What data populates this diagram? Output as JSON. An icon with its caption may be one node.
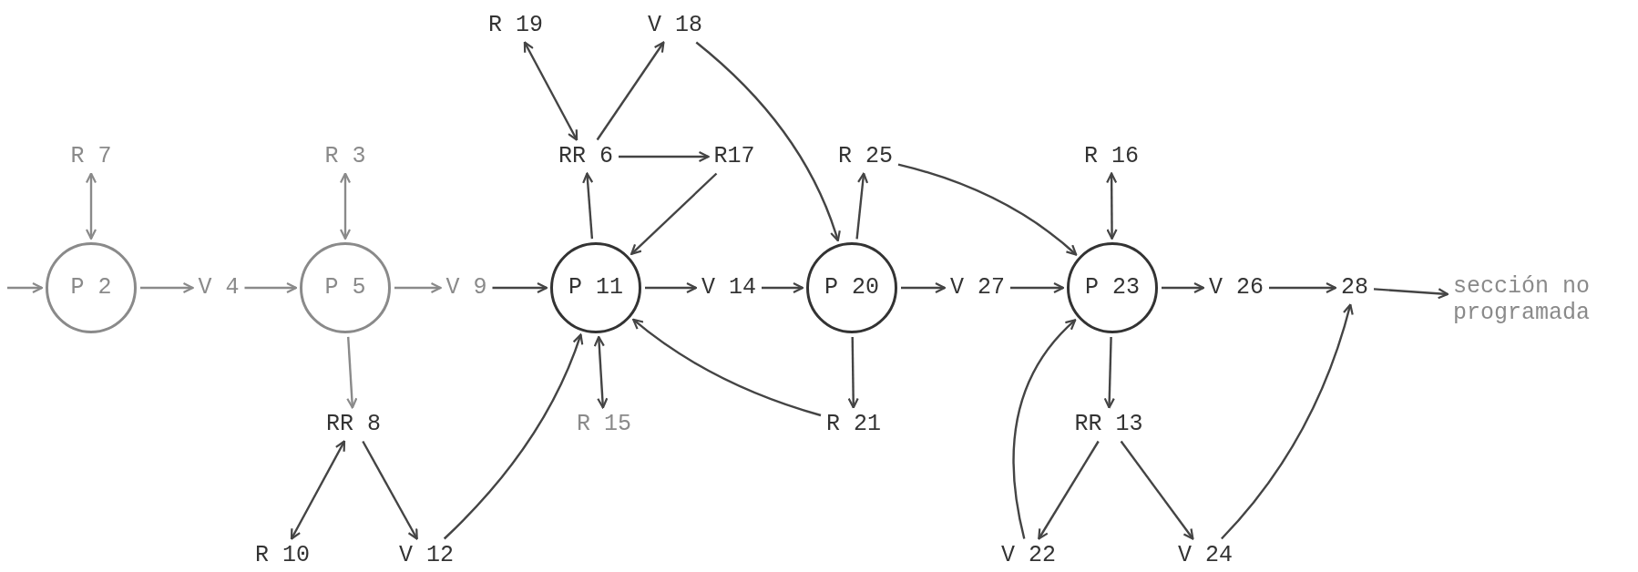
{
  "diagram": {
    "nodes": [
      {
        "text": [
          "R 19"
        ]
      },
      {
        "text": [
          "V 18"
        ]
      },
      {
        "text": [
          "R 7"
        ]
      },
      {
        "text": [
          "R 3"
        ]
      },
      {
        "text": [
          "RR 6"
        ]
      },
      {
        "text": [
          "R17"
        ]
      },
      {
        "text": [
          "R 25"
        ]
      },
      {
        "text": [
          "R 16"
        ]
      },
      {
        "text": [
          "P 2"
        ]
      },
      {
        "text": [
          "V 4"
        ]
      },
      {
        "text": [
          "P 5"
        ]
      },
      {
        "text": [
          "V 9"
        ]
      },
      {
        "text": [
          "P 11"
        ]
      },
      {
        "text": [
          "V 14"
        ]
      },
      {
        "text": [
          "P 20"
        ]
      },
      {
        "text": [
          "V 27"
        ]
      },
      {
        "text": [
          "P 23"
        ]
      },
      {
        "text": [
          "V 26"
        ]
      },
      {
        "text": [
          "28"
        ]
      },
      {
        "text": [
          "sección no programada"
        ]
      },
      {
        "text": [
          "RR 8"
        ]
      },
      {
        "text": [
          "R 15"
        ]
      },
      {
        "text": [
          "R 21"
        ]
      },
      {
        "text": [
          "RR 13"
        ]
      },
      {
        "text": [
          "R 10"
        ]
      },
      {
        "text": [
          "V 12"
        ]
      },
      {
        "text": [
          "V 22"
        ]
      },
      {
        "text": [
          "V 24"
        ]
      }
    ],
    "edges": [
      {
        "from": null,
        "to": 8,
        "arrow": "to"
      },
      {
        "from": 8,
        "to": 9,
        "arrow": "to"
      },
      {
        "from": 9,
        "to": 10,
        "arrow": "to"
      },
      {
        "from": 10,
        "to": 11,
        "arrow": "to"
      },
      {
        "from": 11,
        "to": 12,
        "arrow": "to"
      },
      {
        "from": 12,
        "to": 13,
        "arrow": "to"
      },
      {
        "from": 13,
        "to": 14,
        "arrow": "to"
      },
      {
        "from": 14,
        "to": 15,
        "arrow": "to"
      },
      {
        "from": 15,
        "to": 16,
        "arrow": "to"
      },
      {
        "from": 16,
        "to": 17,
        "arrow": "to"
      },
      {
        "from": 17,
        "to": 18,
        "arrow": "to"
      },
      {
        "from": 18,
        "to": 19,
        "arrow": "to"
      },
      {
        "from": 2,
        "to": 8,
        "arrow": "both"
      },
      {
        "from": 3,
        "to": 10,
        "arrow": "both"
      },
      {
        "from": 10,
        "to": 20,
        "arrow": "to"
      },
      {
        "from": 20,
        "to": 24,
        "arrow": "both"
      },
      {
        "from": 20,
        "to": 25,
        "arrow": "to"
      },
      {
        "from": 25,
        "to": 12,
        "arrow": "to"
      },
      {
        "from": 12,
        "to": 4,
        "arrow": "to"
      },
      {
        "from": 0,
        "to": 4,
        "arrow": "both"
      },
      {
        "from": 4,
        "to": 1,
        "arrow": "to"
      },
      {
        "from": 4,
        "to": 5,
        "arrow": "to"
      },
      {
        "from": 5,
        "to": 12,
        "arrow": "to"
      },
      {
        "from": 21,
        "to": 12,
        "arrow": "both"
      },
      {
        "from": 22,
        "to": 12,
        "arrow": "to"
      },
      {
        "from": 1,
        "to": 14,
        "arrow": "to"
      },
      {
        "from": 14,
        "to": 6,
        "arrow": "to"
      },
      {
        "from": 14,
        "to": 22,
        "arrow": "to"
      },
      {
        "from": 6,
        "to": 16,
        "arrow": "to"
      },
      {
        "from": 7,
        "to": 16,
        "arrow": "both"
      },
      {
        "from": 16,
        "to": 23,
        "arrow": "to"
      },
      {
        "from": 23,
        "to": 26,
        "arrow": "to"
      },
      {
        "from": 23,
        "to": 27,
        "arrow": "to"
      },
      {
        "from": 26,
        "to": 16,
        "arrow": "to"
      },
      {
        "from": 27,
        "to": 18,
        "arrow": "to"
      }
    ]
  }
}
